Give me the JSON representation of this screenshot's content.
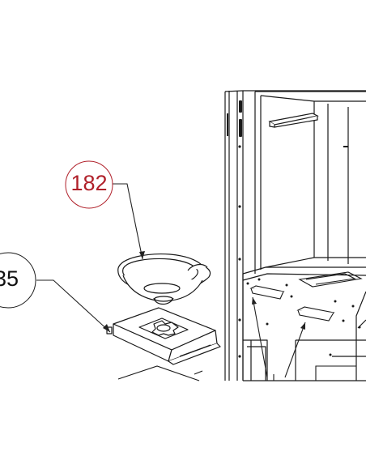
{
  "callouts": [
    {
      "id": "182",
      "label": "182",
      "color": "#b0202a"
    },
    {
      "id": "35",
      "label": "35",
      "color": "#111111"
    }
  ],
  "footer": {
    "left_text": "",
    "right_text": ""
  },
  "colors": {
    "line": "#1a1a1a",
    "leader": "#222222",
    "circle_182": "#b0202a",
    "background": "#ffffff"
  }
}
